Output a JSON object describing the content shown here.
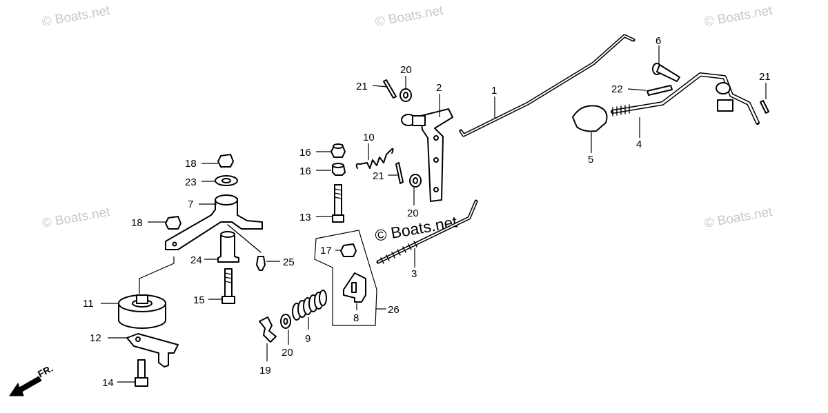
{
  "watermark": "© Boats.net",
  "front_marker": "FR.",
  "callouts": {
    "c1": "1",
    "c2": "2",
    "c3": "3",
    "c4": "4",
    "c5": "5",
    "c6": "6",
    "c7": "7",
    "c8": "8",
    "c9": "9",
    "c10": "10",
    "c11": "11",
    "c12": "12",
    "c13": "13",
    "c14": "14",
    "c15": "15",
    "c16a": "16",
    "c16b": "16",
    "c17": "17",
    "c18a": "18",
    "c18b": "18",
    "c19": "19",
    "c20a": "20",
    "c20b": "20",
    "c20c": "20",
    "c21a": "21",
    "c21b": "21",
    "c21c": "21",
    "c22": "22",
    "c23": "23",
    "c24": "24",
    "c25": "25",
    "c26": "26"
  }
}
